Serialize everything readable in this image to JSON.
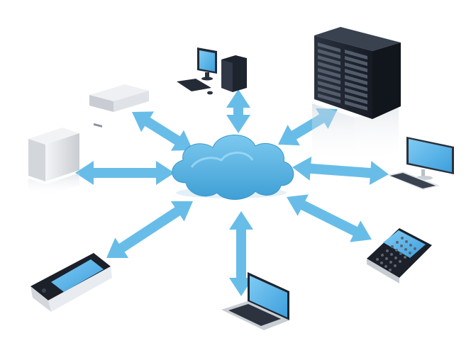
{
  "colors": {
    "background": "#ffffff",
    "cloud": "#5cb8e6",
    "cloud_shadow": "#3e9fd2",
    "arrow": "#58b6e6",
    "device_dark": "#1f2530",
    "screen_blue": "#5ab7ef",
    "server_light": "#e4e6e9"
  },
  "hub": {
    "name": "cloud",
    "icon": "cloud-icon"
  },
  "devices": [
    {
      "name": "desktop-computer",
      "icon": "desktop-pc-icon"
    },
    {
      "name": "server-rack",
      "icon": "server-rack-icon"
    },
    {
      "name": "flat-server",
      "icon": "flat-server-icon"
    },
    {
      "name": "tower-server",
      "icon": "tower-server-icon"
    },
    {
      "name": "lcd-monitor",
      "icon": "monitor-icon"
    },
    {
      "name": "smartphone",
      "icon": "smartphone-icon"
    },
    {
      "name": "laptop",
      "icon": "laptop-icon"
    },
    {
      "name": "qwerty-phone",
      "icon": "qwerty-phone-icon"
    }
  ],
  "connections": [
    {
      "from": "cloud",
      "to": "desktop-computer",
      "direction": "bidirectional"
    },
    {
      "from": "cloud",
      "to": "server-rack",
      "direction": "bidirectional"
    },
    {
      "from": "cloud",
      "to": "flat-server",
      "direction": "bidirectional"
    },
    {
      "from": "cloud",
      "to": "tower-server",
      "direction": "bidirectional"
    },
    {
      "from": "cloud",
      "to": "lcd-monitor",
      "direction": "bidirectional"
    },
    {
      "from": "cloud",
      "to": "smartphone",
      "direction": "bidirectional"
    },
    {
      "from": "cloud",
      "to": "laptop",
      "direction": "bidirectional"
    },
    {
      "from": "cloud",
      "to": "qwerty-phone",
      "direction": "bidirectional"
    }
  ]
}
